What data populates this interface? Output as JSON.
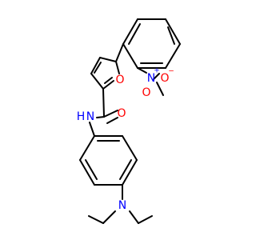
{
  "atoms": {
    "furan_oxygen": "O",
    "nitro_nitrogen": "N",
    "nitro_n_charge": "+",
    "nitro_oxygen_double": "O",
    "nitro_oxygen_single": "O",
    "nitro_o_charge": "−",
    "carbonyl_oxygen": "O",
    "amide_nitrogen": "N",
    "amide_hydrogen": "H",
    "amine_nitrogen": "N"
  },
  "colors": {
    "bond": "#000000",
    "oxygen": "#ff0000",
    "nitrogen": "#0000ff",
    "background": "#ffffff"
  }
}
